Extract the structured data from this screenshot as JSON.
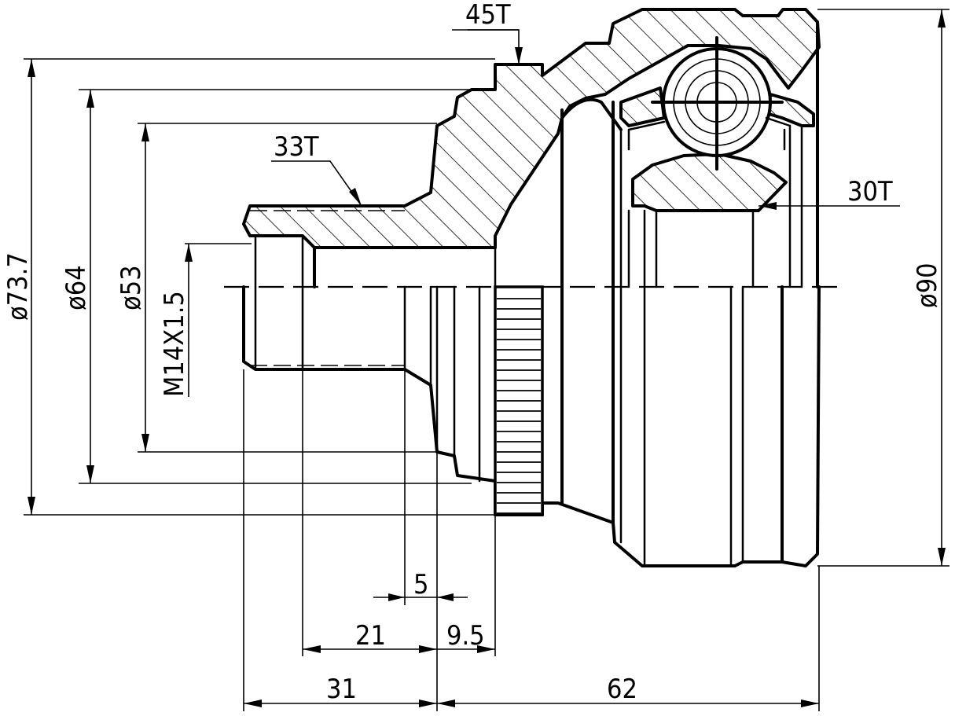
{
  "labels": {
    "teeth_abs": "45T",
    "teeth_outer_spline": "33T",
    "teeth_inner_spline": "30T",
    "dia_abs": "ø73.7",
    "dia_hub": "ø64",
    "dia_shaft": "ø53",
    "thread": "M14X1.5",
    "dia_bell": "ø90",
    "len_5": "5",
    "len_21": "21",
    "len_9_5": "9.5",
    "len_31": "31",
    "len_62": "62"
  }
}
